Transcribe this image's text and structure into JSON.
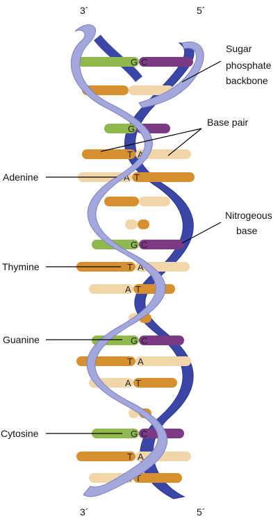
{
  "strand_ends": {
    "top_left": "3´",
    "top_right": "5´",
    "bottom_left": "3´",
    "bottom_right": "5´"
  },
  "labels": {
    "sugar_phosphate": [
      "Sugar",
      "phosphate",
      "backbone"
    ],
    "base_pair": "Base pair",
    "nitrogenous": [
      "Nitrogeous",
      "base"
    ],
    "adenine": "Adenine",
    "thymine": "Thymine",
    "guanine": "Guanine",
    "cytosine": "Cytosine"
  },
  "colors": {
    "front_strand": "#a3a7dc",
    "front_strand_edge": "#7a7fc4",
    "back_strand": "#3b47a6",
    "back_strand_edge": "#2a3388",
    "guanine": "#8fb84f",
    "cytosine": "#7b3a83",
    "adenine": "#f0d6a8",
    "thymine": "#d6902f",
    "leader_line": "#000000",
    "label_text": "#111111"
  },
  "base_pairs": [
    {
      "left": "G",
      "right": "C"
    },
    {
      "left": "",
      "right": ""
    },
    {
      "left": "G",
      "right": "C"
    },
    {
      "left": "T",
      "right": "A"
    },
    {
      "left": "A",
      "right": "T"
    },
    {
      "left": "",
      "right": ""
    },
    {
      "left": "",
      "right": ""
    },
    {
      "left": "G",
      "right": "C"
    },
    {
      "left": "T",
      "right": "A"
    },
    {
      "left": "A",
      "right": "T"
    },
    {
      "left": "",
      "right": ""
    },
    {
      "left": "G",
      "right": "C"
    },
    {
      "left": "T",
      "right": "A"
    },
    {
      "left": "A",
      "right": "T"
    },
    {
      "left": "",
      "right": ""
    },
    {
      "left": "G",
      "right": "C"
    },
    {
      "left": "T",
      "right": "A"
    },
    {
      "left": "A",
      "right": "T"
    }
  ]
}
